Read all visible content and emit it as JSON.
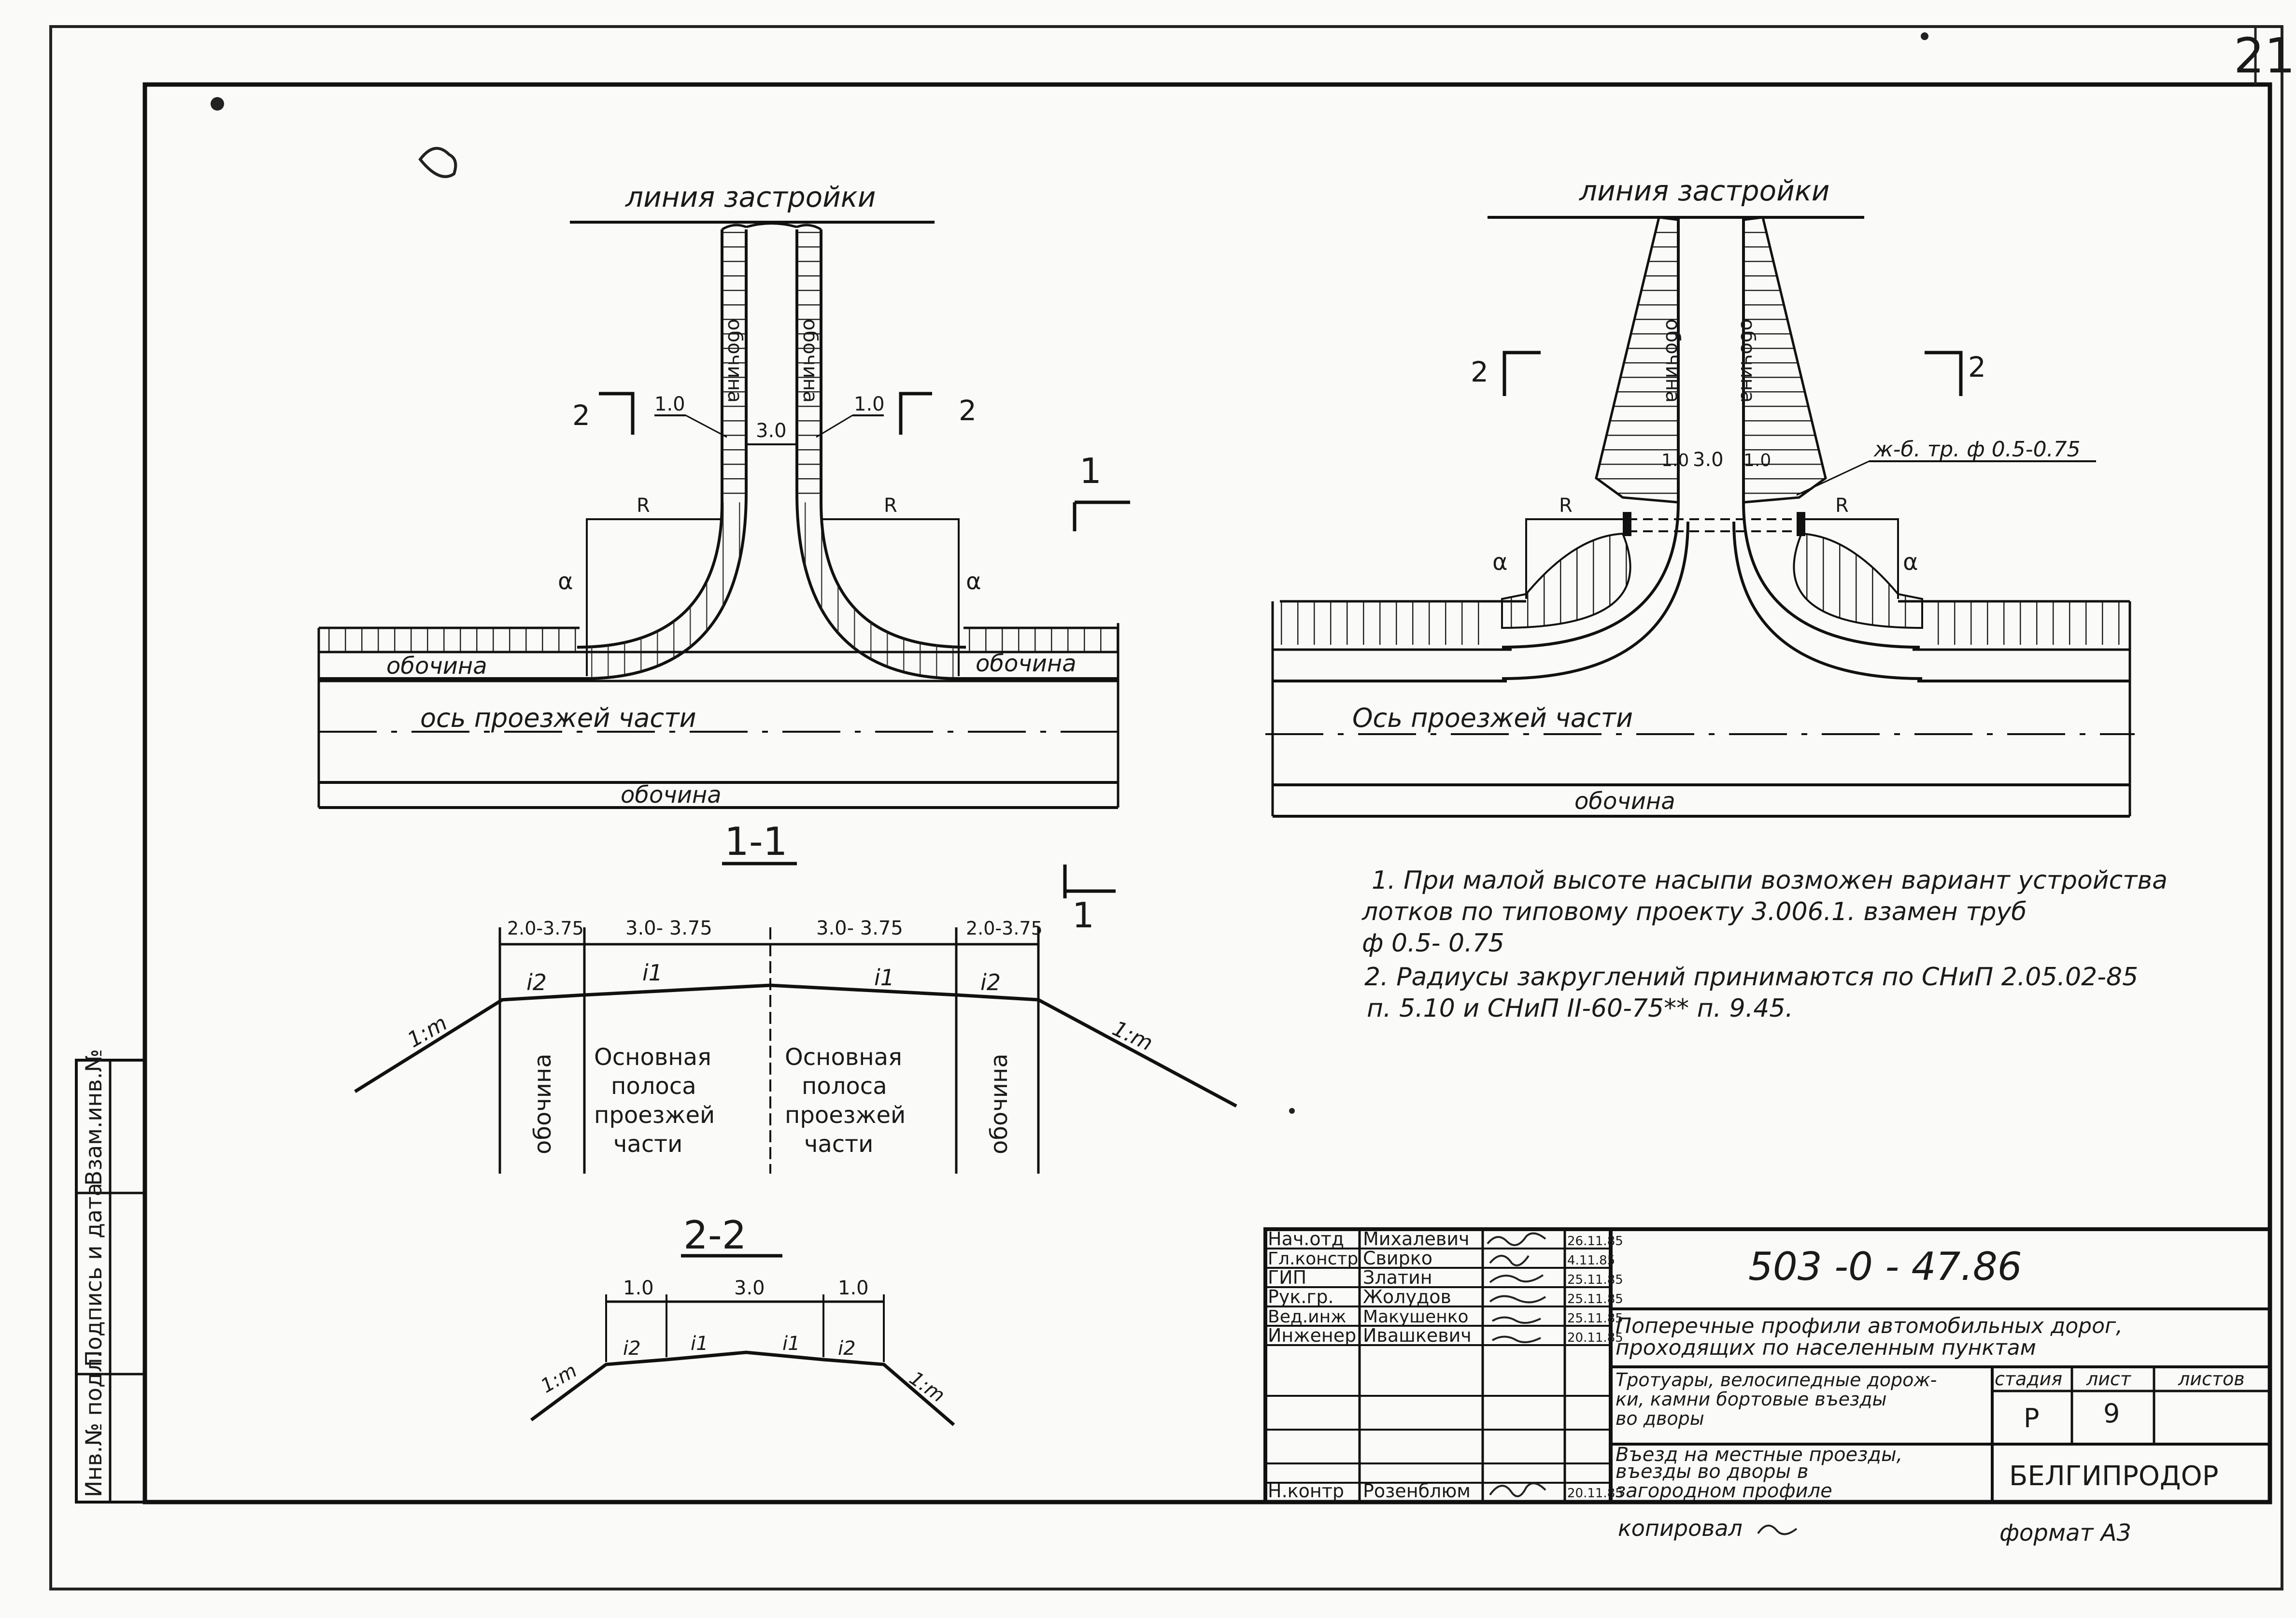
{
  "sheet_corner": "21",
  "left_plan": {
    "building_line": "линия застройки",
    "shoulder_left": "обочина",
    "shoulder_right": "обочина",
    "shoulder_bottom": "обочина",
    "axis": "ось проезжей части",
    "side_shoulder_a": "обочина",
    "side_shoulder_b": "обочина",
    "dim_left": "1.0",
    "dim_mid": "3.0",
    "dim_right": "1.0",
    "radius": "R",
    "alpha": "α",
    "sec2": "2",
    "sec1": "1"
  },
  "right_plan": {
    "building_line": "линия застройки",
    "axis": "Ось проезжей части",
    "shoulder_bottom": "обочина",
    "side_shoulder_a": "обочина",
    "side_shoulder_b": "обочина",
    "dim_left": "1.0",
    "dim_mid": "3.0",
    "dim_right": "1.0",
    "pipe": "ж-б. тр. ф 0.5-0.75",
    "radius": "R",
    "alpha": "α",
    "sec2": "2"
  },
  "section_1": {
    "title": "1-1",
    "dims": [
      "2.0-3.75",
      "3.0- 3.75",
      "3.0- 3.75",
      "2.0-3.75"
    ],
    "slopes": [
      "i2",
      "i1",
      "i1",
      "i2"
    ],
    "side_slope": "1:m",
    "col_shoulder": "обочина",
    "col_lane": [
      "Основная",
      "полоса",
      "проезжей",
      "части"
    ]
  },
  "section_2": {
    "title": "2-2",
    "dims": [
      "1.0",
      "3.0",
      "1.0"
    ],
    "slopes": [
      "i2",
      "i1",
      "i1",
      "i2"
    ],
    "side_slope": "1:m"
  },
  "notes": [
    "1. При малой высоте насыпи возможен вариант устройства",
    "лотков по типовому проекту 3.006.1.      взамен труб",
    "ф 0.5- 0.75",
    "2. Радиусы закруглений принимаются по СНиП 2.05.02-85",
    "п. 5.10  и СНиП II-60-75** п. 9.45."
  ],
  "side_stamp": [
    "Инв.№ подл.",
    "Подпись и дата",
    "Взам.инв.№"
  ],
  "title_block": {
    "roles": [
      {
        "role": "Нач.отд",
        "name": "Михалевич",
        "date": "26.11.85"
      },
      {
        "role": "Гл.констр",
        "name": "Свирко",
        "date": "4.11.85"
      },
      {
        "role": "ГИП",
        "name": "Златин",
        "date": "25.11.85"
      },
      {
        "role": "Рук.гр.",
        "name": "Жолудов",
        "date": "25.11.85"
      },
      {
        "role": "Вед.инж",
        "name": "Макушенко",
        "date": "25.11.85"
      },
      {
        "role": "Инженер",
        "name": "Ивашкевич",
        "date": "20.11.85"
      },
      {
        "role": "",
        "name": "",
        "date": ""
      },
      {
        "role": "",
        "name": "",
        "date": ""
      },
      {
        "role": "",
        "name": "",
        "date": ""
      },
      {
        "role": "Н.контр",
        "name": "Розенблюм",
        "date": "20.11.85"
      }
    ],
    "code": "503 -0 - 47.86",
    "desc1": "Поперечные профили автомобильных дорог,",
    "desc2": "проходящих по населенным пунктам",
    "desc3a": "Тротуары, велосипедные дорож-",
    "desc3b": "ки, камни бортовые въезды",
    "desc3c": "во дворы",
    "desc4a": "Въезд на местные проезды,",
    "desc4b": "въезды во дворы в",
    "desc4c": "загородном профиле",
    "stage_h": "стадия",
    "sheet_h": "лист",
    "sheets_h": "листов",
    "stage": "Р",
    "sheet": "9",
    "org": "БЕЛГИПРОДОР",
    "copied": "копировал",
    "format": "формат А3"
  }
}
